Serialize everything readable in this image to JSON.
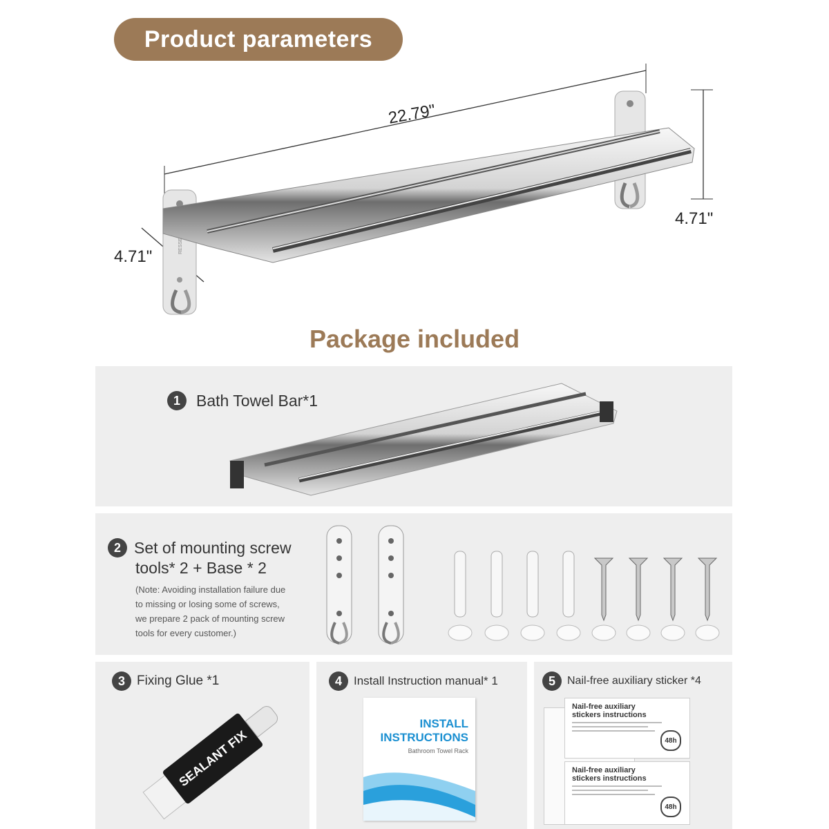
{
  "header": {
    "title": "Product parameters"
  },
  "dimensions": {
    "length": "22.79\"",
    "height": "4.71\"",
    "depth": "4.71\""
  },
  "package": {
    "title": "Package included",
    "items": [
      {
        "number": "1",
        "label": "Bath Towel Bar*1"
      },
      {
        "number": "2",
        "label_line1": "Set of mounting screw",
        "label_line2": "tools* 2 + Base * 2",
        "note_lines": [
          "(Note: Avoiding installation failure due",
          "to missing or losing some of screws,",
          "we prepare 2 pack of mounting screw",
          "tools for every customer.)"
        ]
      },
      {
        "number": "3",
        "label": "Fixing Glue *1",
        "tube_text": "SEALANT FIX"
      },
      {
        "number": "4",
        "label": "Install Instruction manual* 1",
        "card_title_line1": "INSTALL",
        "card_title_line2": "INSTRUCTIONS",
        "card_subtitle": "Bathroom Towel Rack"
      },
      {
        "number": "5",
        "label": "Nail-free auxiliary sticker *4",
        "sticker_title_line1": "Nail-free auxiliary",
        "sticker_title_line2": "stickers instructions",
        "sticker_badge": "48h"
      }
    ]
  },
  "colors": {
    "accent": "#9c7a57",
    "panel": "#eeeeee",
    "badge": "#444444",
    "manual_blue": "#1a8fd1"
  }
}
